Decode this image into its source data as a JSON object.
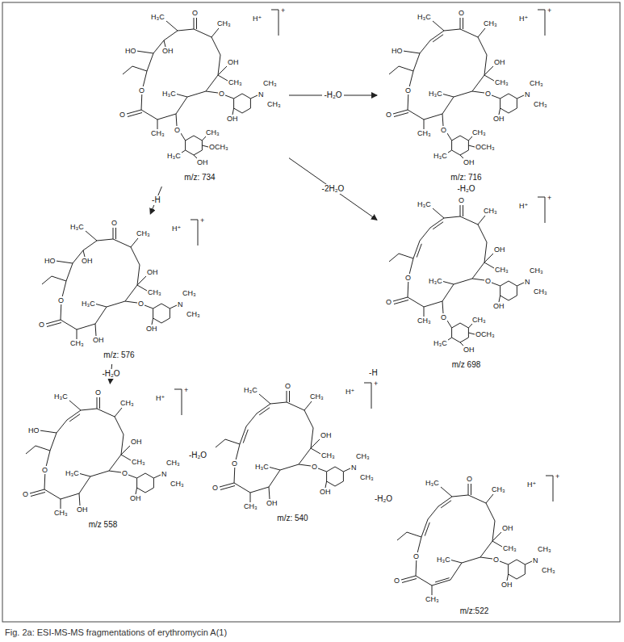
{
  "diagram": {
    "caption": "Fig. 2a: ESI-MS-MS fragmentations of erythromycin A(1)",
    "nodes": [
      {
        "text": [
          "m/z: 734"
        ]
      },
      {
        "text": [
          "m/z: 716"
        ]
      },
      {
        "text": [
          "m/z: 576"
        ]
      },
      {
        "text": [
          "m/z 698"
        ]
      },
      {
        "text": [
          "m/z 558"
        ]
      },
      {
        "text": [
          "m/z: 540"
        ]
      },
      {
        "text": [
          "m/z:522"
        ]
      }
    ],
    "edges": [
      {
        "from": 0,
        "to": 1,
        "arrow": "to",
        "label": "-H₂O"
      },
      {
        "from": 0,
        "to": 3,
        "arrow": "to",
        "label": "-2H₂O"
      },
      {
        "from": 0,
        "to": 2,
        "arrow": "to",
        "label": "-H"
      },
      {
        "from": 1,
        "to": 3,
        "arrow": "to",
        "label": "-H₂O"
      },
      {
        "from": 3,
        "to": 5,
        "arrow": "to",
        "label": "-H"
      },
      {
        "from": 2,
        "to": 4,
        "arrow": "to",
        "label": "-H₂O"
      },
      {
        "from": 4,
        "to": 5,
        "arrow": "to",
        "label": "-H₂O"
      },
      {
        "from": 5,
        "to": 6,
        "arrow": "to",
        "label": "-H₂O"
      }
    ],
    "labels": [
      "H⁺",
      "+",
      "O",
      "H₃C",
      "CH₃",
      "HO",
      "OH",
      "OH",
      "CH₃",
      "H₃C",
      "O",
      "O",
      "O",
      "N",
      "CH₃",
      "CH₃",
      "OH",
      "CH₃",
      "O",
      "CH₃",
      "OCH₃",
      "OH",
      "H₃C",
      "H⁺",
      "+",
      "O",
      "H₃C",
      "CH₃",
      "HO",
      "OH",
      "CH₃",
      "H₃C",
      "O",
      "O",
      "O",
      "N",
      "CH₃",
      "CH₃",
      "OH",
      "CH₃",
      "O",
      "CH₃",
      "OCH₃",
      "OH",
      "H₃C",
      "H⁺",
      "+",
      "O",
      "H₃C",
      "CH₃",
      "HO",
      "OH",
      "OH",
      "CH₃",
      "H₃C",
      "O",
      "O",
      "O",
      "N",
      "CH₃",
      "CH₃",
      "OH",
      "CH₃",
      "OH",
      "H⁺",
      "+",
      "O",
      "H₃C",
      "CH₃",
      "OH",
      "CH₃",
      "H₃C",
      "O",
      "O",
      "O",
      "N",
      "CH₃",
      "CH₃",
      "OH",
      "CH₃",
      "O",
      "CH₃",
      "OCH₃",
      "OH",
      "H₃C",
      "H⁺",
      "+",
      "O",
      "H₃C",
      "CH₃",
      "HO",
      "OH",
      "CH₃",
      "H₃C",
      "O",
      "O",
      "O",
      "N",
      "CH₃",
      "CH₃",
      "OH",
      "CH₃",
      "OH",
      "H⁺",
      "+",
      "O",
      "H₃C",
      "CH₃",
      "OH",
      "CH₃",
      "H₃C",
      "O",
      "O",
      "O",
      "N",
      "CH₃",
      "CH₃",
      "OH",
      "CH₃",
      "OH",
      "H⁺",
      "+",
      "O",
      "H₃C",
      "CH₃",
      "OH",
      "CH₃",
      "H₃C",
      "O",
      "O",
      "O",
      "N",
      "CH₃",
      "CH₃",
      "OH",
      "CH₃"
    ]
  }
}
